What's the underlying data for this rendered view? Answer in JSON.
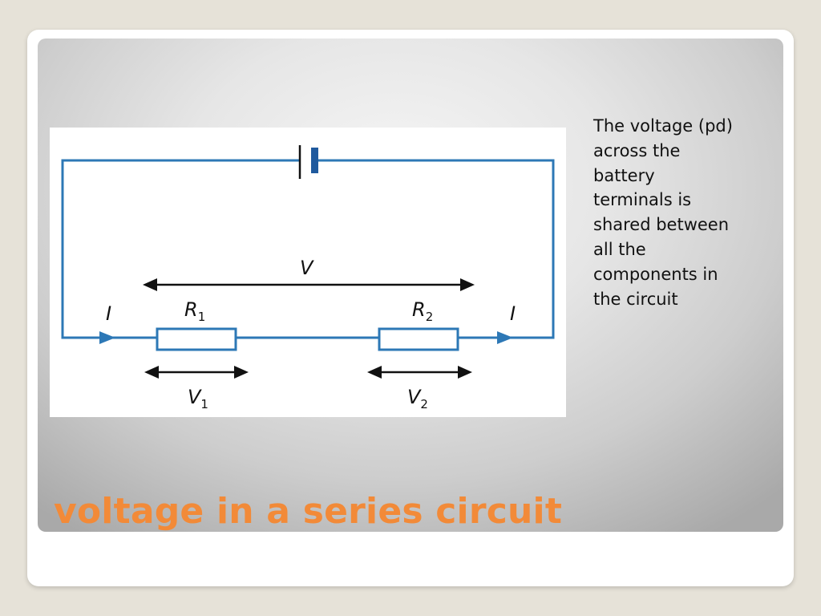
{
  "slide": {
    "title": "voltage in a series circuit",
    "description": "The voltage (pd) across the battery terminals is shared between all the components in the circuit"
  },
  "diagram": {
    "labels": {
      "total_voltage": "V",
      "current_left": "I",
      "current_right": "I",
      "resistor1": {
        "letter": "R",
        "subscript": "1"
      },
      "resistor2": {
        "letter": "R",
        "subscript": "2"
      },
      "voltage1": {
        "letter": "V",
        "subscript": "1"
      },
      "voltage2": {
        "letter": "V",
        "subscript": "2"
      }
    }
  },
  "colors": {
    "title": "#f28a38",
    "wire": "#2d78b6",
    "text": "#111111"
  }
}
